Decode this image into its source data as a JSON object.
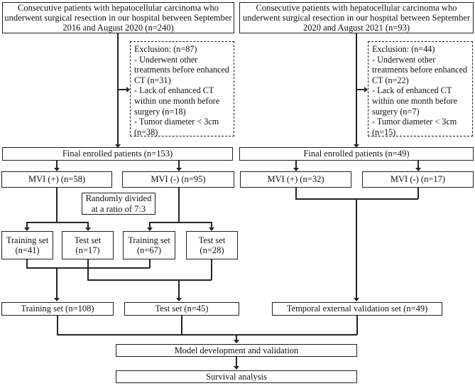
{
  "figure": {
    "type": "patient-flow-diagram",
    "colors": {
      "line": "#242424",
      "border": "#1f1f1f",
      "text": "#111111",
      "background": "#ffffff"
    },
    "nodes": {
      "cohort_left": "Consecutive patients with hepatocellular carcinoma who underwent surgical resection in our hospital between September 2016 and August 2020 (n=240)",
      "cohort_right": "Consecutive patients with hepatocellular carcinoma who underwent surgical resection in our hospital between September 2020 and August 2021 (n=93)",
      "exclusion_left": "Exclusion: (n=87)\n- Underwent other treatments before enhanced CT (n=31)\n- Lack of enhanced CT within one month before surgery (n=18)\n- Tumor diameter < 3cm (n=38)",
      "exclusion_right": "Exclusion: (n=44)\n- Underwent other treatments before enhanced CT (n=22)\n- Lack of enhanced CT within one month before surgery (n=7)\n- Tumor diameter < 3cm (n=15)",
      "final_left": "Final enrolled patients (n=153)",
      "final_right": "Final enrolled patients (n=49)",
      "mvi_pos_left": "MVI (+) (n=58)",
      "mvi_neg_left": "MVI (-) (n=95)",
      "mvi_pos_right": "MVI (+) (n=32)",
      "mvi_neg_right": "MVI (-) (n=17)",
      "random_split": "Randomly divided\nat a ratio of 7:3",
      "train_41": "Training set\n(n=41)",
      "test_17": "Test set\n(n=17)",
      "train_67": "Training set\n(n=67)",
      "test_28": "Test set\n(n=28)",
      "training_total": "Training set (n=108)",
      "test_total": "Test set (n=45)",
      "temporal_set": "Temporal external validation set (n=49)",
      "model": "Model development and validation",
      "survival": "Survival analysis"
    }
  }
}
